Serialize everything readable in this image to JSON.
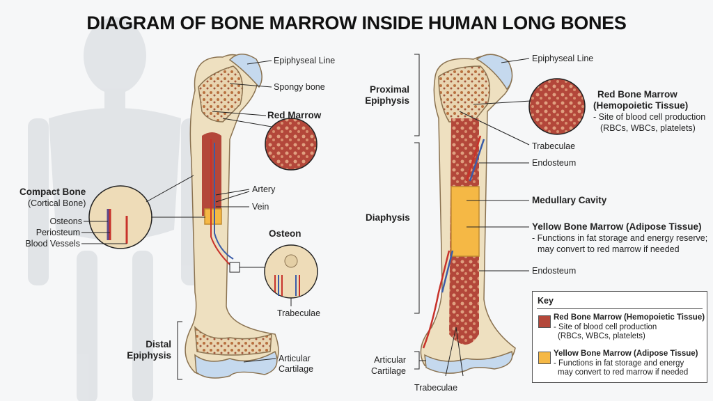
{
  "title": "DIAGRAM OF BONE MARROW INSIDE HUMAN LONG BONES",
  "colors": {
    "red_marrow": "#b3473a",
    "yellow_marrow": "#f5b845",
    "bone": "#eee0c0",
    "cartilage": "#c5d9ee",
    "artery": "#c8322a",
    "vein": "#3a5ca8"
  },
  "left_diagram": {
    "epiphyseal_line": "Epiphyseal Line",
    "spongy_bone": "Spongy bone",
    "red_marrow": "Red Marrow",
    "artery": "Artery",
    "vein": "Vein",
    "osteon": "Osteon",
    "trabeculae": "Trabeculae",
    "articular_cartilage": [
      "Articular",
      "Cartilage"
    ],
    "distal_epiphysis": [
      "Distal",
      "Epiphysis"
    ],
    "compact_bone": "Compact Bone",
    "cortical_bone": "(Cortical Bone)",
    "osteons": "Osteons",
    "periosteum": "Periosteum",
    "blood_vessels": "Blood Vessels"
  },
  "right_diagram": {
    "epiphyseal_line": "Epiphyseal Line",
    "proximal_epiphysis": [
      "Proximal",
      "Epiphysis"
    ],
    "red_bone_marrow": "Red Bone Marrow",
    "hemopoietic": "(Hemopoietic Tissue)",
    "red_desc": [
      "- Site of blood cell production",
      "(RBCs, WBCs, platelets)"
    ],
    "trabeculae_top": "Trabeculae",
    "endosteum_top": "Endosteum",
    "diaphysis": "Diaphysis",
    "medullary_cavity": "Medullary Cavity",
    "yellow_bone_marrow": "Yellow Bone Marrow (Adipose Tissue)",
    "yellow_desc": [
      "- Functions in fat storage and energy reserve;",
      "may convert to red marrow if needed"
    ],
    "endosteum_bottom": "Endosteum",
    "articular_cartilage": [
      "Articular",
      "Cartilage"
    ],
    "trabeculae_bottom": "Trabeculae"
  },
  "key": {
    "title": "Key",
    "items": [
      {
        "label": "Red Bone Marrow (Hemopoietic Tissue)",
        "desc": [
          "- Site of blood cell production",
          "(RBCs, WBCs, platelets)"
        ],
        "color": "#b3473a"
      },
      {
        "label": "Yellow Bone Marrow (Adipose Tissue)",
        "desc": [
          "- Functions in fat storage and energy",
          "may convert to red marrow if needed"
        ],
        "color": "#f5b845"
      }
    ]
  }
}
